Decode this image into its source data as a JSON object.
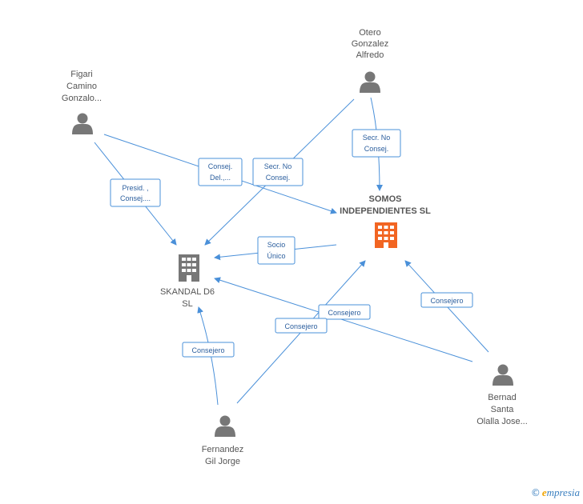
{
  "nodes": {
    "otero": {
      "lines": [
        "Otero",
        "Gonzalez",
        "Alfredo"
      ],
      "icon": "person-icon"
    },
    "figari": {
      "lines": [
        "Figari",
        "Camino",
        "Gonzalo..."
      ],
      "icon": "person-icon"
    },
    "somos": {
      "lines": [
        "SOMOS",
        "INDEPENDIENTES SL"
      ],
      "icon": "building-icon",
      "color": "#f26522"
    },
    "skandal": {
      "lines": [
        "SKANDAL D6",
        "SL"
      ],
      "icon": "building-icon",
      "color": "#777777"
    },
    "bernad": {
      "lines": [
        "Bernad",
        "Santa",
        "Olalla Jose..."
      ],
      "icon": "person-icon"
    },
    "fernandez": {
      "lines": [
        "Fernandez",
        "Gil Jorge"
      ],
      "icon": "person-icon"
    }
  },
  "edges": {
    "figari_skandal": {
      "lines": [
        "Presid. ,",
        "Consej...."
      ]
    },
    "figari_somos": {
      "lines": [
        "Consej.",
        "Del.,..."
      ]
    },
    "otero_skandal": {
      "lines": [
        "Secr. No",
        "Consej."
      ]
    },
    "otero_somos": {
      "lines": [
        "Secr. No",
        "Consej."
      ]
    },
    "somos_skandal": {
      "lines": [
        "Socio",
        "Único"
      ]
    },
    "bernad_skandal": {
      "lines": [
        "Consejero"
      ]
    },
    "fernandez_somos": {
      "lines": [
        "Consejero"
      ]
    },
    "bernad_somos": {
      "lines": [
        "Consejero"
      ]
    },
    "fernandez_skandal": {
      "lines": [
        "Consejero"
      ]
    }
  },
  "colors": {
    "edge": "#4a90d9",
    "person": "#777777",
    "target_company": "#f26522",
    "company": "#777777"
  },
  "brand": {
    "copyright": "©",
    "e": "e",
    "rest": "mpresia"
  }
}
